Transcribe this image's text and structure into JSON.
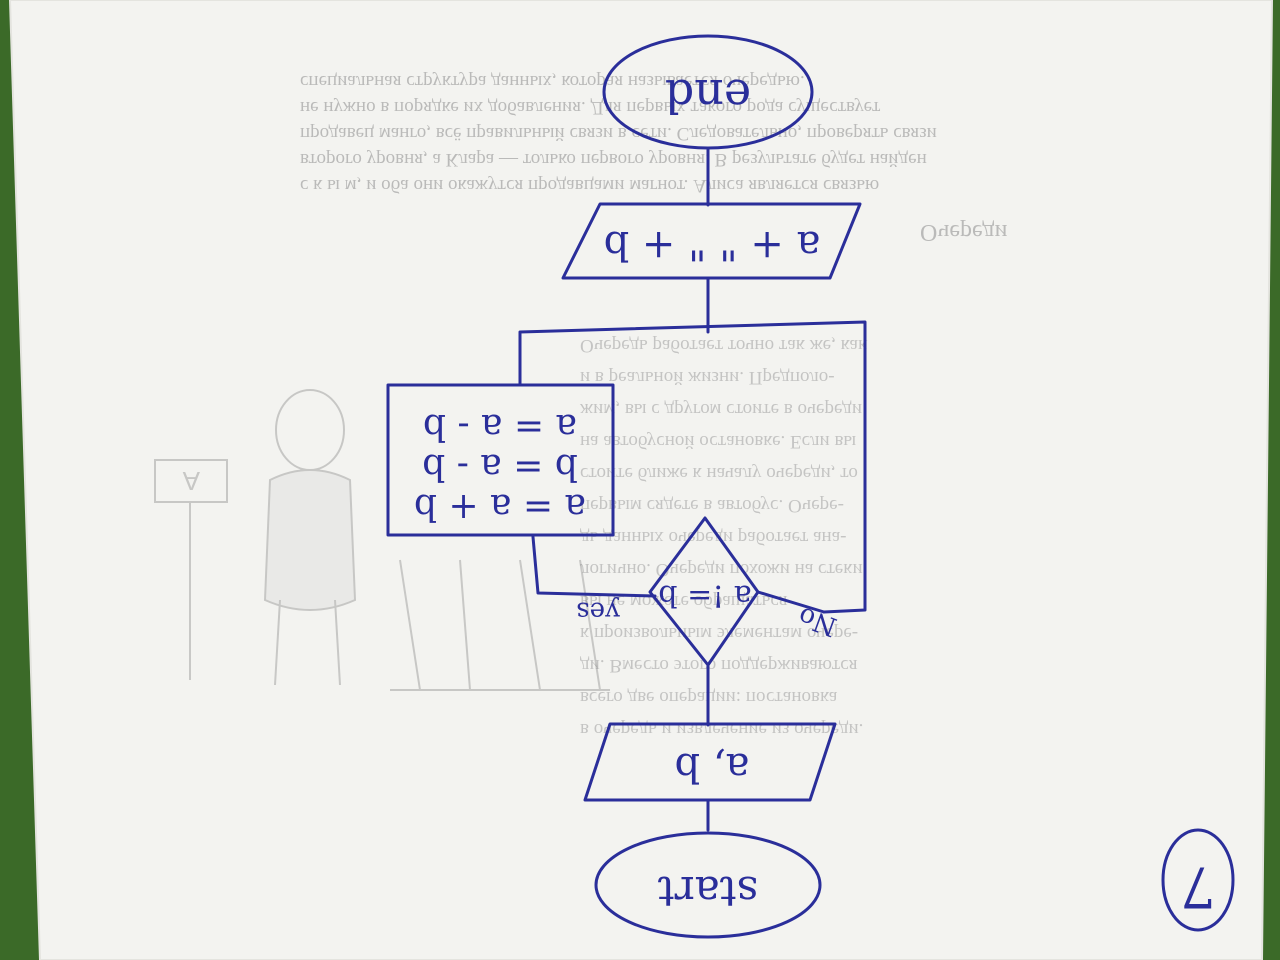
{
  "flowchart": {
    "start": "start",
    "input": "a, b",
    "decision": "a != b",
    "yes_label": "yes",
    "no_label": "No",
    "process": [
      "a = a + b",
      "b = a - b",
      "a = a - b"
    ],
    "output": "a + \"  \" + b",
    "end": "end"
  },
  "page_number": "7",
  "background_text": {
    "top_lines": [
      "с к ы м, и оба они окажутся продавцами магнот. Алиса является связью",
      "второго уровня, а Клара — только первого уровня. В результате будет найден",
      "продавец манго, всё правильный связи в сети. Следовательно, проверять связи",
      "не нужно в порядке их добавления. Для первых такого рода существует",
      "специальная структура данных, которая называется очередью."
    ],
    "heading": "Очереди",
    "side_lines": [
      "Очередь работает точно так же, как",
      "и в реальной жизни. Предполо-",
      "жим, вы с другом стоите в очереди",
      "на автобусной остановке. Если вы",
      "стоите ближе к началу очереди, то",
      "первым сядете в автобус. Очере-",
      "дь данных очереди работает ана-",
      "логично. Очереди похожи на стеки:",
      "вы не можете обращаться",
      "к произвольным элементам очере-",
      "ди. Вместо этого поддерживаются",
      "всего две операции: постановка",
      "в очередь и извлечение из очереди."
    ],
    "figure_sign": "A"
  },
  "colors": {
    "ink": "#2a2e9a",
    "paper": "#f4f4f1",
    "grass": "#3f6a2c",
    "printed_text": "#8d8d8d"
  }
}
